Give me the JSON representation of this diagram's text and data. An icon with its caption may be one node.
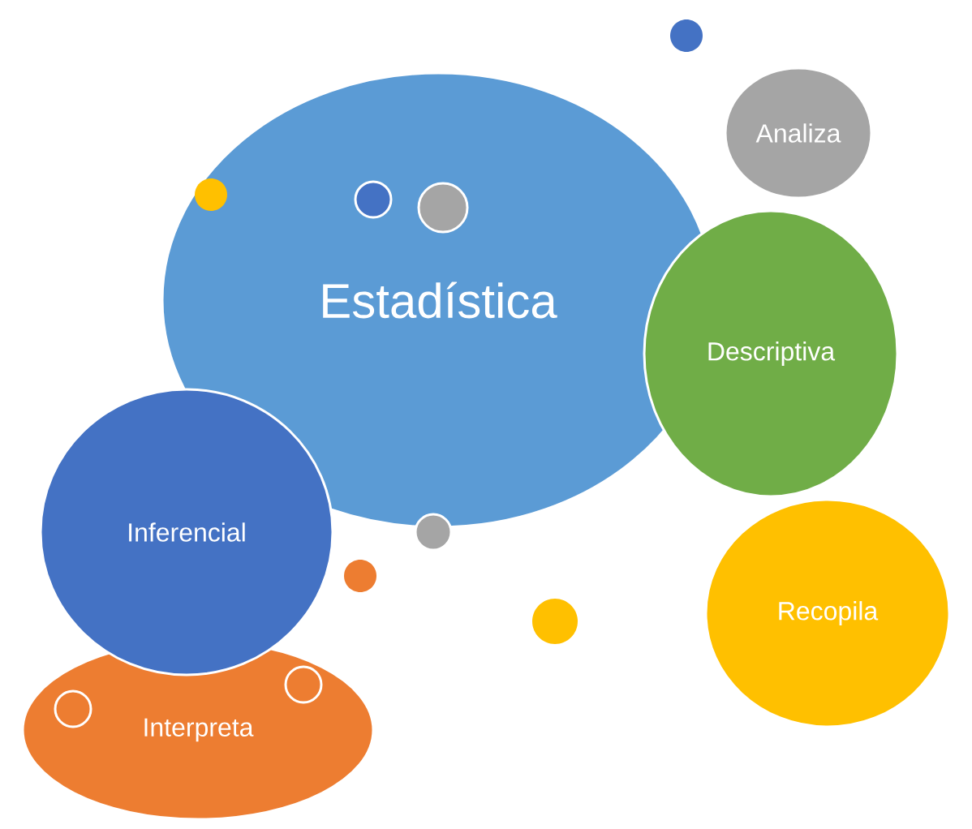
{
  "diagram": {
    "nodes": [
      {
        "text": [
          "Estadística"
        ]
      },
      {
        "text": [
          "Analiza"
        ]
      },
      {
        "text": [
          "Descriptiva"
        ]
      },
      {
        "text": [
          "Inferencial"
        ]
      },
      {
        "text": [
          "Recopila"
        ]
      },
      {
        "text": [
          "Interpreta"
        ]
      }
    ]
  }
}
